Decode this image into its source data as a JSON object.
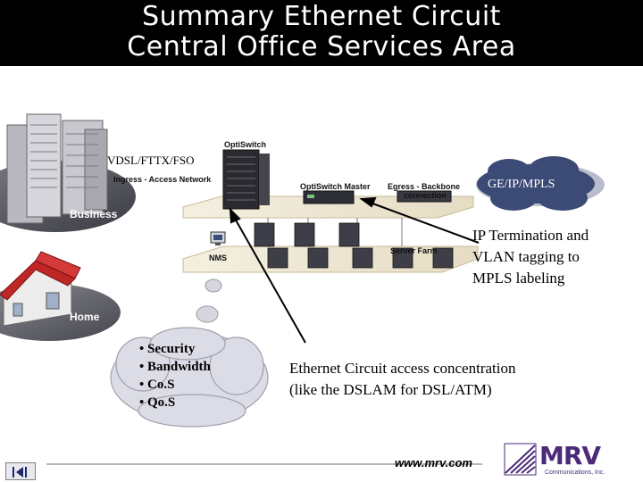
{
  "title": {
    "line1": "Summary Ethernet Circuit",
    "line2": "Central Office Services Area"
  },
  "diagram": {
    "vdsl_label": "VDSL/FTTX/FSO",
    "optiswitch_label": "OptiSwitch",
    "ingress_label": "Ingress - Access Network",
    "optiswitch_master_label": "OptiSwitch Master",
    "egress_label_1": "Egress - Backbone",
    "egress_label_2": "connection",
    "business_label": "Business",
    "home_label": "Home",
    "nms_label": "NMS",
    "server_farm_label": "Server Farm",
    "cloud_gemp_label": "GE/IP/MPLS",
    "ip_termination": {
      "line1": "IP Termination and",
      "line2": "VLAN tagging to",
      "line3": "MPLS labeling"
    },
    "services": [
      "• Security",
      "• Bandwidth",
      "• Co.S",
      "• Qo.S"
    ],
    "concentration": {
      "line1": "Ethernet Circuit access concentration",
      "line2": "(like the DSLAM for DSL/ATM)"
    }
  },
  "footer": {
    "url": "www.mrv.com",
    "logo_text": "MRV",
    "logo_sub": "Communications, Inc.",
    "nav_icon": "skip-to-end-icon"
  },
  "colors": {
    "title_bg": "#000000",
    "cloud_fill": "#dcdce6",
    "dark_cloud": "#3c4a76",
    "logo_purple": "#4b2a7a"
  }
}
